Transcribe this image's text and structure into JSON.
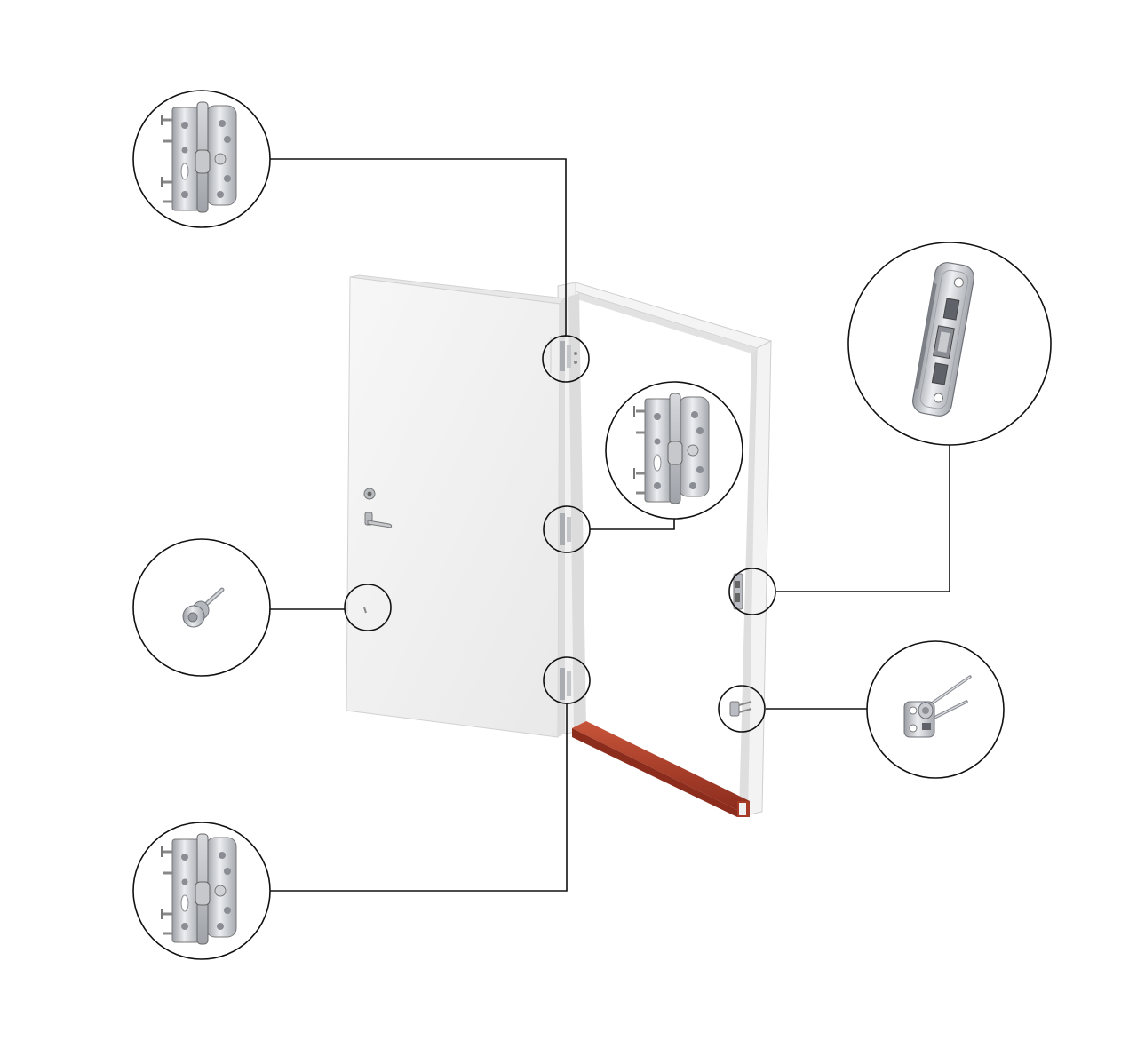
{
  "diagram": {
    "subject": "door-leaf-with-frame-and-hardware",
    "colors": {
      "background": "#ffffff",
      "line": "#111111",
      "door_face": "#f1f1f1",
      "door_edge": "#e4e4e4",
      "frame": "#f4f4f4",
      "frame_shadow": "#d9d9d9",
      "threshold": "#b5402b",
      "threshold_dark": "#8c2c1d",
      "metal_light": "#e6e7ea",
      "metal_mid": "#b9bcc2",
      "metal_dark": "#7d8087"
    },
    "callouts": [
      {
        "id": "hinge-top",
        "part": "hinge",
        "icon": "hinge-icon"
      },
      {
        "id": "hinge-middle",
        "part": "hinge",
        "icon": "hinge-icon"
      },
      {
        "id": "hinge-bottom",
        "part": "hinge",
        "icon": "hinge-icon"
      },
      {
        "id": "security-stud",
        "part": "security-pin",
        "icon": "security-stud-icon"
      },
      {
        "id": "strike-plate",
        "part": "strike-plate",
        "icon": "strike-plate-icon"
      },
      {
        "id": "lock-bolt-pin",
        "part": "lock-pin",
        "icon": "lock-pin-icon"
      }
    ]
  }
}
